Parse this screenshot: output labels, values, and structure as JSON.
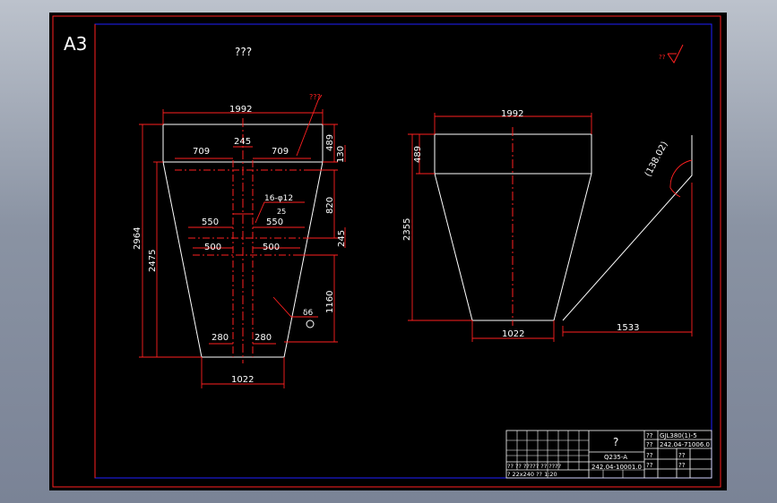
{
  "sheet": {
    "size_label": "A3",
    "title_label": "???",
    "roughness_label": "??"
  },
  "front_view": {
    "leader_label": "???",
    "dims": {
      "top_width": "1992",
      "top_height": "489",
      "lip": "130",
      "left_offset": "709",
      "center_gap": "245",
      "right_offset": "709",
      "total_height": "2964",
      "inner_height": "2475",
      "upper_section": "820",
      "holes": "16-φ12",
      "hole_pitch": "25",
      "row1_left": "550",
      "row1_right": "550",
      "row_spacing": "245",
      "row2_left": "500",
      "row2_right": "500",
      "lower_section": "1160",
      "thickness": "δ6",
      "bottom_left": "280",
      "bottom_right": "280",
      "bottom_width": "1022"
    }
  },
  "side_view": {
    "dims": {
      "top_width": "1992",
      "top_height": "489",
      "total_height": "2355",
      "bottom_width": "1022",
      "angle": "(138.02)",
      "run": "1533"
    }
  },
  "title_block": {
    "part_name": "?",
    "material": "Q235-A",
    "drawing_no": "242.04-10001.0",
    "assembly_code": "GJL380(1)-5",
    "assembly_drawing": "242.04-71006.0",
    "labels": [
      "??",
      "??",
      "??",
      "??",
      "??",
      "??"
    ],
    "row_header": "?? ?? ????? ?? ????",
    "designer_row": "?    22x240    ?? 1:20"
  }
}
